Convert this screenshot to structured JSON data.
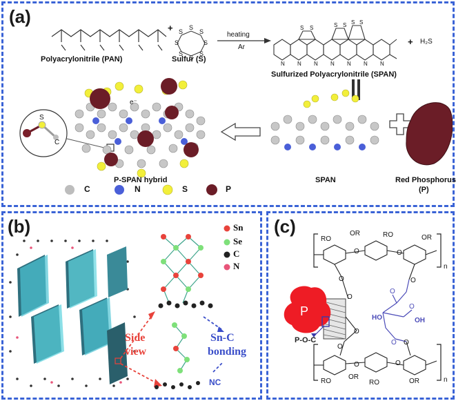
{
  "panel_a": {
    "label": "(a)",
    "pan_label": "Polyacrylonitrile (PAN)",
    "plus1": "+",
    "sulfur_label": "Sulfur (S)",
    "arrow_top": "heating",
    "arrow_bottom": "Ar",
    "span_label_top": "Sulfurized Polyacrylonitrile (SPAN)",
    "plus2": "+",
    "h2s": "H₂S",
    "electron": "e⁻",
    "hybrid_label": "P-SPAN hybrid",
    "span_label": "SPAN",
    "red_p_label_1": "Red Phosphorus",
    "red_p_label_2": "(P)",
    "inset_s": "S",
    "inset_c": "C",
    "legend": [
      {
        "symbol": "C",
        "color": "#bdbdbd"
      },
      {
        "symbol": "N",
        "color": "#4a5fd8"
      },
      {
        "symbol": "S",
        "color": "#f2ef3a"
      },
      {
        "symbol": "P",
        "color": "#7a1f2a"
      }
    ]
  },
  "panel_b": {
    "label": "(b)",
    "legend": [
      {
        "symbol": "Sn",
        "color": "#e8433b"
      },
      {
        "symbol": "Se",
        "color": "#7ee07a"
      },
      {
        "symbol": "C",
        "color": "#222222"
      },
      {
        "symbol": "N",
        "color": "#e8557a"
      }
    ],
    "side_view_1": "Side",
    "side_view_2": "view",
    "snc_1": "Sn-C",
    "snc_2": "bonding",
    "nc": "NC"
  },
  "panel_c": {
    "label": "(c)",
    "p_label": "P",
    "poc": "P-O-C",
    "ho": "HO",
    "oh": "OH",
    "n_top": "n",
    "n_bottom": "n",
    "ro_labels": [
      "RO",
      "OR",
      "RO",
      "OR",
      "RO",
      "OR",
      "RO",
      "OR"
    ],
    "o_labels": [
      "O",
      "O",
      "O",
      "O",
      "O",
      "O",
      "O"
    ]
  }
}
